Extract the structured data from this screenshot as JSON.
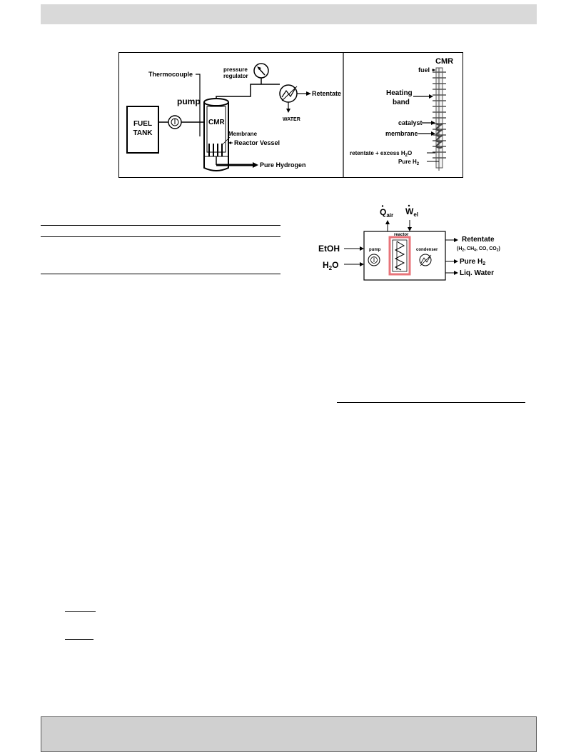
{
  "figure_cmr_setup": {
    "labels": {
      "thermocouple": "Thermocouple",
      "pressure_regulator_line1": "pressure",
      "pressure_regulator_line2": "regulator",
      "pump": "pump",
      "fuel_tank_line1": "FUEL",
      "fuel_tank_line2": "TANK",
      "cmr": "CMR",
      "membrane": "Membrane",
      "reactor_vessel": "Reactor Vessel",
      "retentate": "Retentate",
      "water": "WATER",
      "pure_hydrogen": "Pure Hydrogen"
    },
    "detail_labels": {
      "title": "CMR",
      "fuel": "fuel",
      "heating_band_line1": "Heating",
      "heating_band_line2": "band",
      "catalyst": "catalyst",
      "membrane": "membrane",
      "retentate_excess_h2o": "retentate + excess H",
      "retentate_sub": "2",
      "retentate_tail": "O",
      "pure_h2": "Pure H",
      "pure_h2_sub": "2"
    }
  },
  "figure_system_block": {
    "inputs": [
      {
        "text": "EtOH",
        "sub": "",
        "tail": ""
      },
      {
        "text": "H",
        "sub": "2",
        "tail": "O"
      }
    ],
    "top_flows": {
      "q_main": "Q",
      "q_sub": "air",
      "w_main": "W",
      "w_sub": "el"
    },
    "components": {
      "pump": "pump",
      "reactor": "reactor",
      "condenser": "condenser"
    },
    "outputs": {
      "retentate": "Retentate",
      "retentate_composition": "(H",
      "retentate_comp_parts": [
        "2",
        ", CH",
        "4",
        ", CO, CO",
        "2",
        ")"
      ],
      "pure_h2": "Pure H",
      "pure_h2_sub": "2",
      "liq_water": "Liq. Water"
    },
    "reactor_highlight_color": "#e8747a"
  }
}
